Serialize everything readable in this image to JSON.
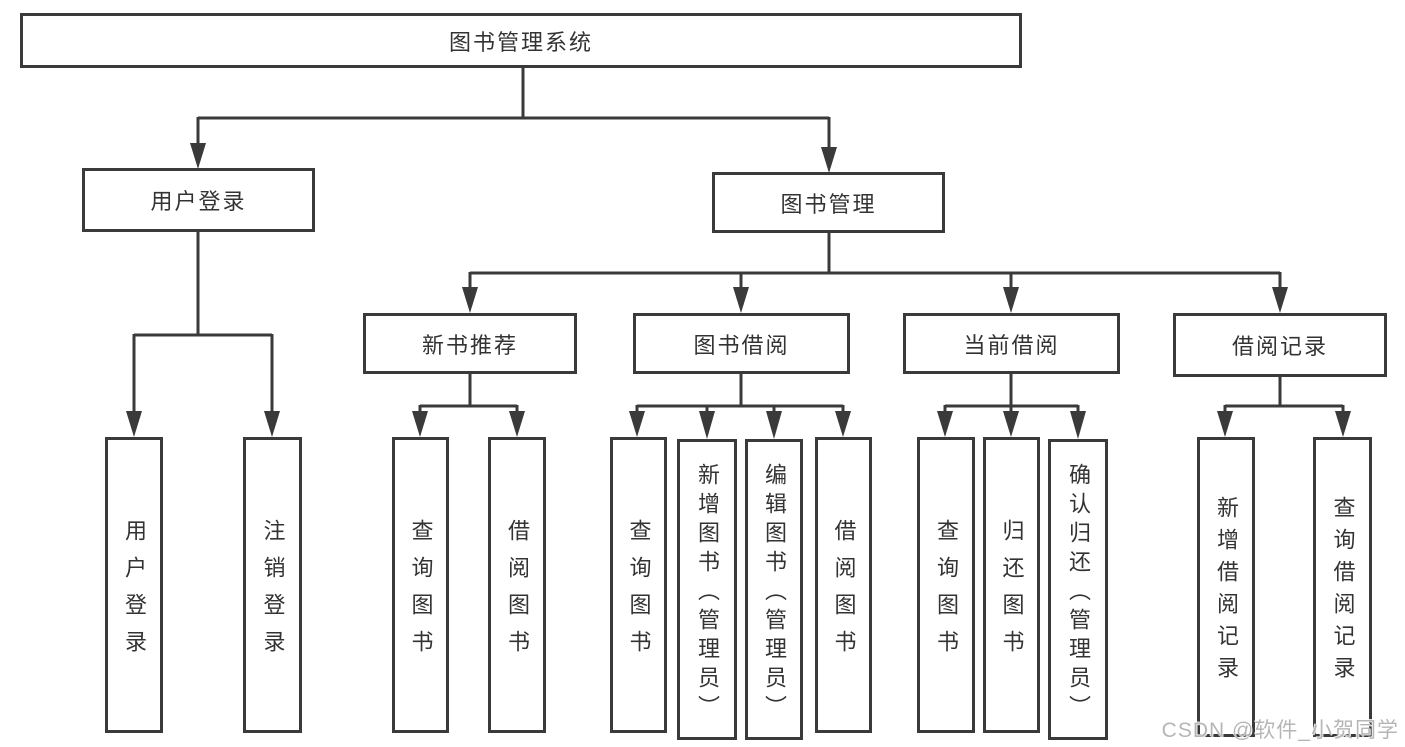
{
  "root": {
    "label": "图书管理系统"
  },
  "level1": [
    {
      "label": "用户登录"
    },
    {
      "label": "图书管理"
    }
  ],
  "level2": [
    {
      "label": "新书推荐"
    },
    {
      "label": "图书借阅"
    },
    {
      "label": "当前借阅"
    },
    {
      "label": "借阅记录"
    }
  ],
  "leaves": [
    {
      "label": "用户登录"
    },
    {
      "label": "注销登录"
    },
    {
      "label": "查询图书"
    },
    {
      "label": "借阅图书"
    },
    {
      "label": "查询图书"
    },
    {
      "label": "新增图书（管理员）"
    },
    {
      "label": "编辑图书（管理员）"
    },
    {
      "label": "借阅图书"
    },
    {
      "label": "查询图书"
    },
    {
      "label": "归还图书"
    },
    {
      "label": "确认归还（管理员）"
    },
    {
      "label": "新增借阅记录"
    },
    {
      "label": "查询借阅记录"
    }
  ],
  "watermark": {
    "text": "CSDN @软件_小贺同学"
  },
  "colors": {
    "line": "#3a3a3a",
    "text": "#333333",
    "watermark": "#b6b6b6",
    "background": "#ffffff"
  }
}
